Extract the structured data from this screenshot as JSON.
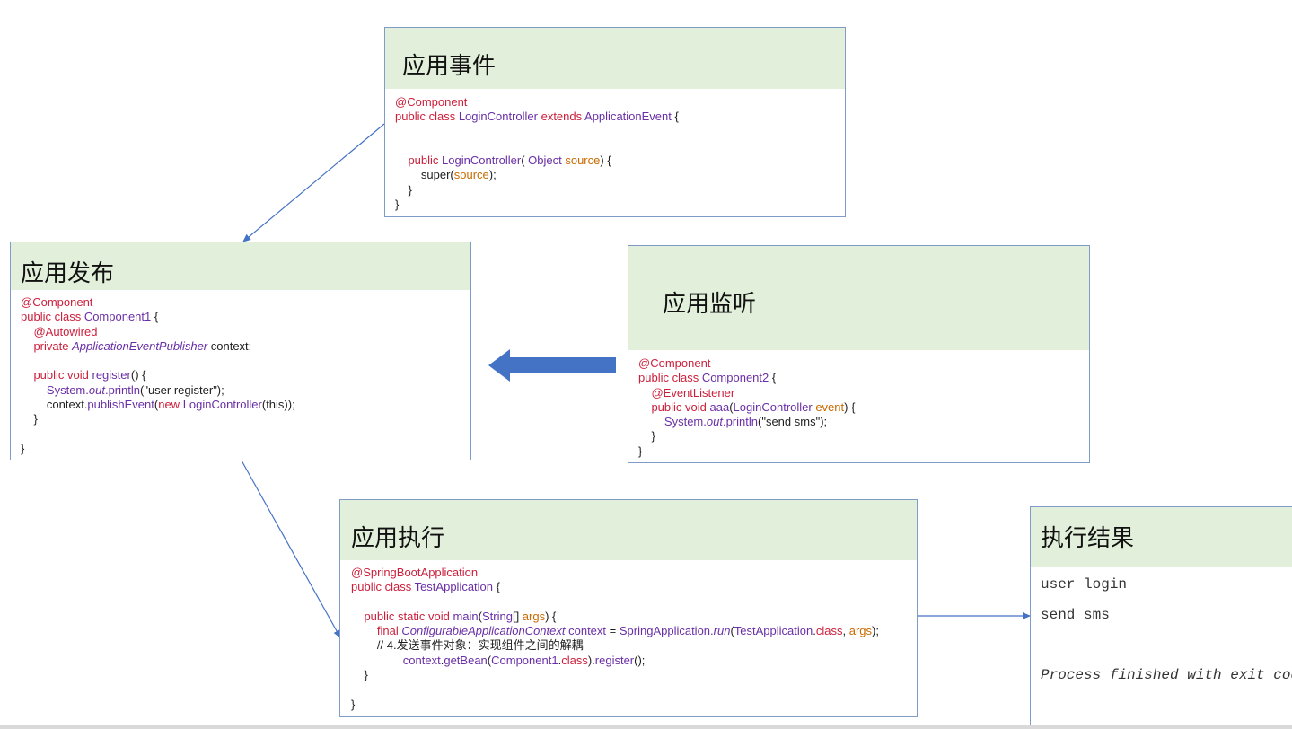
{
  "event_box": {
    "title": "应用事件",
    "code": [
      [
        [
          "kw",
          "@Component"
        ]
      ],
      [
        [
          "kw",
          "public class "
        ],
        [
          "ty",
          "LoginController "
        ],
        [
          "kw",
          "extends "
        ],
        [
          "ty",
          "ApplicationEvent "
        ],
        [
          "p",
          "{"
        ]
      ],
      [],
      [],
      [
        [
          "p",
          "    "
        ],
        [
          "kw",
          "public "
        ],
        [
          "ty",
          "LoginController"
        ],
        [
          "p",
          "( "
        ],
        [
          "ty",
          "Object "
        ],
        [
          "ar",
          "source"
        ],
        [
          "p",
          ") {"
        ]
      ],
      [
        [
          "p",
          "        super("
        ],
        [
          "ar",
          "source"
        ],
        [
          "p",
          ");"
        ]
      ],
      [
        [
          "p",
          "    }"
        ]
      ],
      [
        [
          "p",
          "}"
        ]
      ]
    ]
  },
  "publish_box": {
    "title": "应用发布",
    "code": [
      [
        [
          "kw",
          "@Component"
        ]
      ],
      [
        [
          "kw",
          "public class "
        ],
        [
          "ty",
          "Component1 "
        ],
        [
          "p",
          "{"
        ]
      ],
      [
        [
          "p",
          "    "
        ],
        [
          "kw",
          "@Autowired"
        ]
      ],
      [
        [
          "p",
          "    "
        ],
        [
          "kw",
          "private "
        ],
        [
          "tyi",
          "ApplicationEventPublisher "
        ],
        [
          "p",
          "context;"
        ]
      ],
      [],
      [
        [
          "p",
          "    "
        ],
        [
          "kw",
          "public void "
        ],
        [
          "ty",
          "register"
        ],
        [
          "p",
          "() {"
        ]
      ],
      [
        [
          "p",
          "        "
        ],
        [
          "ty",
          "System."
        ],
        [
          "tyi",
          "out"
        ],
        [
          "ty",
          "."
        ],
        [
          "ty",
          "println"
        ],
        [
          "p",
          "(\"user register\");"
        ]
      ],
      [
        [
          "p",
          "        context."
        ],
        [
          "ty",
          "publishEvent"
        ],
        [
          "p",
          "("
        ],
        [
          "kw",
          "new "
        ],
        [
          "ty",
          "LoginController"
        ],
        [
          "p",
          "(this));"
        ]
      ],
      [
        [
          "p",
          "    }"
        ]
      ],
      [],
      [
        [
          "p",
          "}"
        ]
      ]
    ]
  },
  "listen_box": {
    "title": "应用监听",
    "code": [
      [
        [
          "kw",
          "@Component"
        ]
      ],
      [
        [
          "kw",
          "public class "
        ],
        [
          "ty",
          "Component2 "
        ],
        [
          "p",
          "{"
        ]
      ],
      [
        [
          "p",
          "    "
        ],
        [
          "kw",
          "@EventListener"
        ]
      ],
      [
        [
          "p",
          "    "
        ],
        [
          "kw",
          "public void "
        ],
        [
          "ty",
          "aaa"
        ],
        [
          "p",
          "("
        ],
        [
          "ty",
          "LoginController "
        ],
        [
          "ar",
          "event"
        ],
        [
          "p",
          ") {"
        ]
      ],
      [
        [
          "p",
          "        "
        ],
        [
          "ty",
          "System."
        ],
        [
          "tyi",
          "out"
        ],
        [
          "ty",
          "."
        ],
        [
          "ty",
          "println"
        ],
        [
          "p",
          "(\"send sms\");"
        ]
      ],
      [
        [
          "p",
          "    }"
        ]
      ],
      [
        [
          "p",
          "}"
        ]
      ]
    ]
  },
  "exec_box": {
    "title": "应用执行",
    "code": [
      [
        [
          "kw",
          "@SpringBootApplication"
        ]
      ],
      [
        [
          "kw",
          "public class "
        ],
        [
          "ty",
          "TestApplication "
        ],
        [
          "p",
          "{"
        ]
      ],
      [],
      [
        [
          "p",
          "    "
        ],
        [
          "kw",
          "public static void "
        ],
        [
          "ty",
          "main"
        ],
        [
          "p",
          "("
        ],
        [
          "ty",
          "String"
        ],
        [
          "p",
          "[] "
        ],
        [
          "ar",
          "args"
        ],
        [
          "p",
          ") {"
        ]
      ],
      [
        [
          "p",
          "        "
        ],
        [
          "kw",
          "final "
        ],
        [
          "tyi",
          "ConfigurableApplicationContext "
        ],
        [
          "ty",
          "context "
        ],
        [
          "p",
          "= "
        ],
        [
          "ty",
          "SpringApplication."
        ],
        [
          "tyi",
          "run"
        ],
        [
          "p",
          "("
        ],
        [
          "ty",
          "TestApplication"
        ],
        [
          "p",
          "."
        ],
        [
          "kw",
          "class"
        ],
        [
          "p",
          ", "
        ],
        [
          "ar",
          "args"
        ],
        [
          "p",
          ");"
        ]
      ],
      [
        [
          "p",
          "        // 4.发送事件对象：实现组件之间的解耦"
        ]
      ],
      [
        [
          "p",
          "                "
        ],
        [
          "ty",
          "context"
        ],
        [
          "p",
          "."
        ],
        [
          "ty",
          "getBean"
        ],
        [
          "p",
          "("
        ],
        [
          "ty",
          "Component1"
        ],
        [
          "p",
          "."
        ],
        [
          "kw",
          "class"
        ],
        [
          "p",
          ")."
        ],
        [
          "ty",
          "register"
        ],
        [
          "p",
          "();"
        ]
      ],
      [
        [
          "p",
          "    }"
        ]
      ],
      [],
      [
        [
          "p",
          "}"
        ]
      ]
    ]
  },
  "result_box": {
    "title": "执行结果",
    "lines": [
      "user login",
      "send sms",
      "",
      "Process finished with exit code"
    ]
  },
  "colors": {
    "header_bg": "#e2efda",
    "border": "#7f9cc8",
    "keyword": "#cc1f3b",
    "type": "#6a2fa6",
    "arg": "#c96a00",
    "arrow": "#4472c4"
  }
}
